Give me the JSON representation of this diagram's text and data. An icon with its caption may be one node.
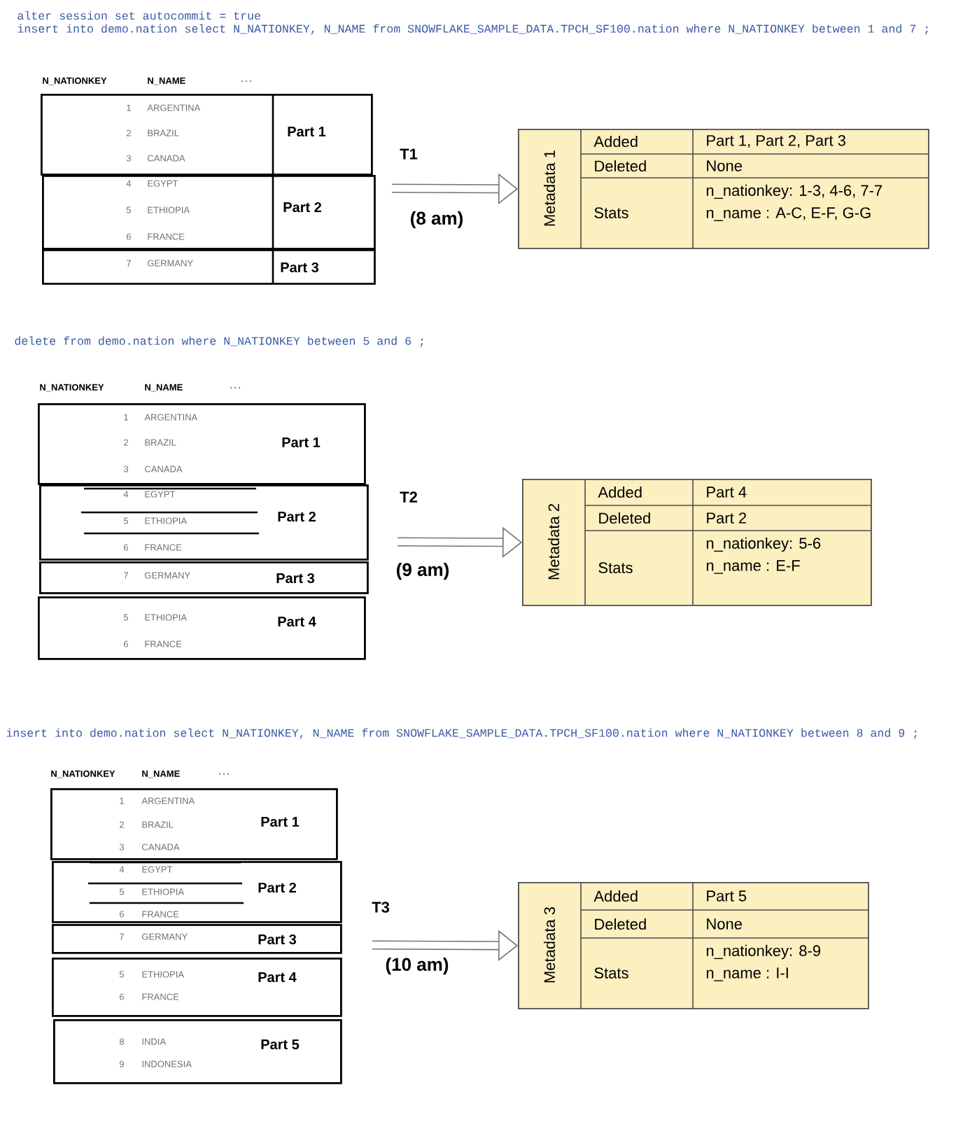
{
  "diagram": {
    "nodes": [
      {
        "text": [
          "Part 1"
        ]
      },
      {
        "text": [
          "Part 2"
        ]
      },
      {
        "text": [
          "Part 3"
        ]
      },
      {
        "text": [
          "Metadata 1",
          "Added",
          "Part 1, Part 2, Part 3",
          "Deleted",
          "None",
          "Stats",
          "n_nationkey: 1-3, 4-6, 7-7",
          "n_name : A-C, E-F, G-G"
        ]
      },
      {
        "text": [
          "Part 1"
        ]
      },
      {
        "text": [
          "Part 2"
        ]
      },
      {
        "text": [
          "Part 3"
        ]
      },
      {
        "text": [
          "Part 4"
        ]
      },
      {
        "text": [
          "Metadata 2",
          "Added",
          "Part 4",
          "Deleted",
          "Part 2",
          "Stats",
          "n_nationkey: 5-6",
          "n_name : E-F"
        ]
      },
      {
        "text": [
          "Part 1"
        ]
      },
      {
        "text": [
          "Part 2"
        ]
      },
      {
        "text": [
          "Part 3"
        ]
      },
      {
        "text": [
          "Part 4"
        ]
      },
      {
        "text": [
          "Part 5"
        ]
      },
      {
        "text": [
          "Metadata 3",
          "Added",
          "Part 5",
          "Deleted",
          "None",
          "Stats",
          "n_nationkey: 8-9",
          "n_name : I-I"
        ]
      }
    ],
    "edges": [
      {
        "from": null,
        "to": 3,
        "arrow": "to",
        "label": "T1"
      },
      {
        "from": null,
        "to": 8,
        "arrow": "to",
        "label": "T2"
      },
      {
        "from": null,
        "to": 14,
        "arrow": "to",
        "label": "T3"
      }
    ],
    "labels": [
      "alter session set autocommit = true",
      "insert into demo.nation select N_NATIONKEY, N_NAME from SNOWFLAKE_SAMPLE_DATA.TPCH_SF100.nation where N_NATIONKEY between 1 and 7 ;",
      "N_NATIONKEY",
      "N_NAME",
      "1",
      "ARGENTINA",
      "2",
      "BRAZIL",
      "3",
      "CANADA",
      "4",
      "EGYPT",
      "5",
      "ETHIOPIA",
      "6",
      "FRANCE",
      "7",
      "GERMANY",
      "(8 am)",
      "delete from demo.nation where N_NATIONKEY between 5 and 6 ;",
      "N_NATIONKEY",
      "N_NAME",
      "1",
      "ARGENTINA",
      "2",
      "BRAZIL",
      "3",
      "CANADA",
      "4",
      "EGYPT",
      "5",
      "ETHIOPIA",
      "6",
      "FRANCE",
      "7",
      "GERMANY",
      "5",
      "ETHIOPIA",
      "6",
      "FRANCE",
      "(9 am)",
      "insert into demo.nation select N_NATIONKEY, N_NAME from SNOWFLAKE_SAMPLE_DATA.TPCH_SF100.nation where N_NATIONKEY between 8 and 9 ;",
      "N_NATIONKEY",
      "N_NAME",
      "1",
      "ARGENTINA",
      "2",
      "BRAZIL",
      "3",
      "CANADA",
      "4",
      "EGYPT",
      "5",
      "ETHIOPIA",
      "6",
      "FRANCE",
      "7",
      "GERMANY",
      "5",
      "ETHIOPIA",
      "6",
      "FRANCE",
      "8",
      "INDIA",
      "9",
      "INDONESIA",
      "(10 am)"
    ]
  }
}
